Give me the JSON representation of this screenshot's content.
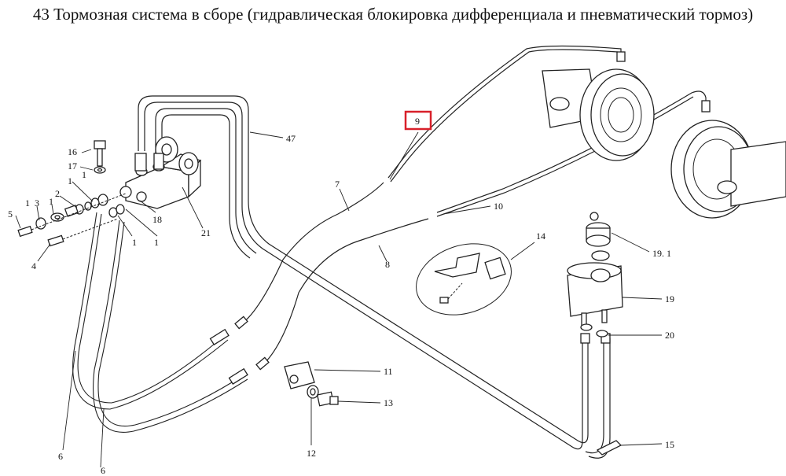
{
  "title": "43 Тормозная система в сборе (гидравлическая блокировка дифференциала и пневматический тормоз)",
  "highlight_color": "#d8202a",
  "line_color": "#222222",
  "labels": {
    "l47": "47",
    "l9": "9",
    "l7": "7",
    "l10": "10",
    "l8": "8",
    "l16": "16",
    "l17": "17",
    "l1a": "1",
    "l1b": "1",
    "l2": "2",
    "l3": "3",
    "l5": "5",
    "l1c": "1",
    "l4": "4",
    "l1d": "1",
    "l1e": "1",
    "l18": "18",
    "l21": "21",
    "l14": "14",
    "l191": "19. 1",
    "l19": "19",
    "l20": "20",
    "l11": "11",
    "l13": "13",
    "l12": "12",
    "l15": "15",
    "l6a": "6",
    "l6b": "6"
  }
}
